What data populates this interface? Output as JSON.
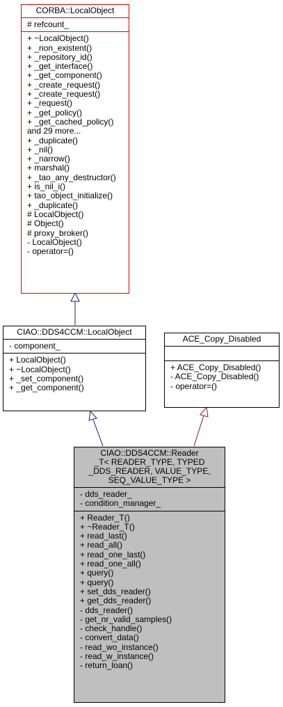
{
  "classes": {
    "corba": {
      "title": [
        "CORBA::LocalObject"
      ],
      "attributes": [
        "# refcount_"
      ],
      "methods": [
        "+ ~LocalObject()",
        "+ _non_existent()",
        "+ _repository_id()",
        "+ _get_interface()",
        "+ _get_component()",
        "+ _create_request()",
        "+ _create_request()",
        "+ _request()",
        "+ _get_policy()",
        "+ _get_cached_policy()",
        "and 29 more...",
        "+ _duplicate()",
        "+ _nil()",
        "+ _narrow()",
        "+ marshal()",
        "+ _tao_any_destructor()",
        "+ is_nil_i()",
        "+ tao_object_initialize()",
        "+ _duplicate()",
        "# LocalObject()",
        "# Object()",
        "# proxy_broker()",
        "- LocalObject()",
        "- operator=()"
      ]
    },
    "ciao_local": {
      "title": [
        "CIAO::DDS4CCM::LocalObject"
      ],
      "attributes": [
        "- component_"
      ],
      "methods": [
        "+ LocalObject()",
        "+ ~LocalObject()",
        "+ _set_component()",
        "+ _get_component()"
      ]
    },
    "ace": {
      "title": [
        "ACE_Copy_Disabled"
      ],
      "attributes": [],
      "methods": [
        "+ ACE_Copy_Disabled()",
        "- ACE_Copy_Disabled()",
        "- operator=()"
      ]
    },
    "reader": {
      "title": [
        "CIAO::DDS4CCM::Reader",
        "_T< READER_TYPE, TYPED",
        "_DDS_READER, VALUE_TYPE,",
        "SEQ_VALUE_TYPE >"
      ],
      "attributes": [
        "- dds_reader_",
        "- condition_manager_"
      ],
      "methods": [
        "+ Reader_T()",
        "+ ~Reader_T()",
        "+ read_last()",
        "+ read_all()",
        "+ read_one_last()",
        "+ read_one_all()",
        "+ query()",
        "+ query()",
        "+ set_dds_reader()",
        "+ get_dds_reader()",
        "- dds_reader()",
        "- get_nr_valid_samples()",
        "- check_handle()",
        "- convert_data()",
        "- read_wo_instance()",
        "- read_w_instance()",
        "- return_loan()"
      ]
    }
  },
  "colors": {
    "inherit_public": "#191970",
    "inherit_private": "#8b1a1a",
    "highlight_border": "#e00000",
    "current_fill": "#bfbfbf"
  }
}
